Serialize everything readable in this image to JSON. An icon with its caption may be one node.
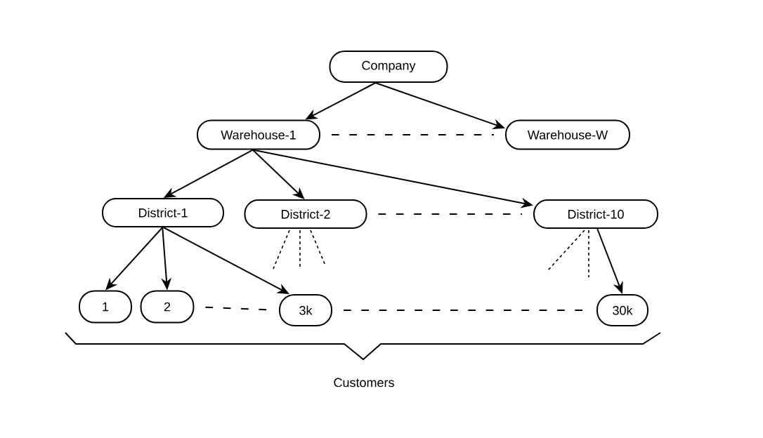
{
  "diagram": {
    "nodes": [
      {
        "text": [
          "Company"
        ]
      },
      {
        "text": [
          "Warehouse-1"
        ]
      },
      {
        "text": [
          "Warehouse-W"
        ]
      },
      {
        "text": [
          "District-1"
        ]
      },
      {
        "text": [
          "District-2"
        ]
      },
      {
        "text": [
          "District-10"
        ]
      },
      {
        "text": [
          "1"
        ]
      },
      {
        "text": [
          "2"
        ]
      },
      {
        "text": [
          "3k"
        ]
      },
      {
        "text": [
          "30k"
        ]
      }
    ],
    "edges": [
      {
        "from": 0,
        "to": 1,
        "arrow": "to"
      },
      {
        "from": 0,
        "to": 2,
        "arrow": "to"
      },
      {
        "from": 1,
        "to": 3,
        "arrow": "to"
      },
      {
        "from": 1,
        "to": 4,
        "arrow": "to"
      },
      {
        "from": 1,
        "to": 5,
        "arrow": "to"
      },
      {
        "from": 3,
        "to": 6,
        "arrow": "to"
      },
      {
        "from": 3,
        "to": 7,
        "arrow": "to"
      },
      {
        "from": 3,
        "to": 8,
        "arrow": "to"
      },
      {
        "from": 5,
        "to": 9,
        "arrow": "to"
      },
      {
        "from": 1,
        "to": 2,
        "arrow": "none",
        "style": "dashed"
      },
      {
        "from": 4,
        "to": 5,
        "arrow": "none",
        "style": "dashed"
      },
      {
        "from": 7,
        "to": 8,
        "arrow": "none",
        "style": "dashed"
      },
      {
        "from": 8,
        "to": 9,
        "arrow": "none",
        "style": "dashed"
      }
    ],
    "labels": [
      "Customers"
    ]
  }
}
